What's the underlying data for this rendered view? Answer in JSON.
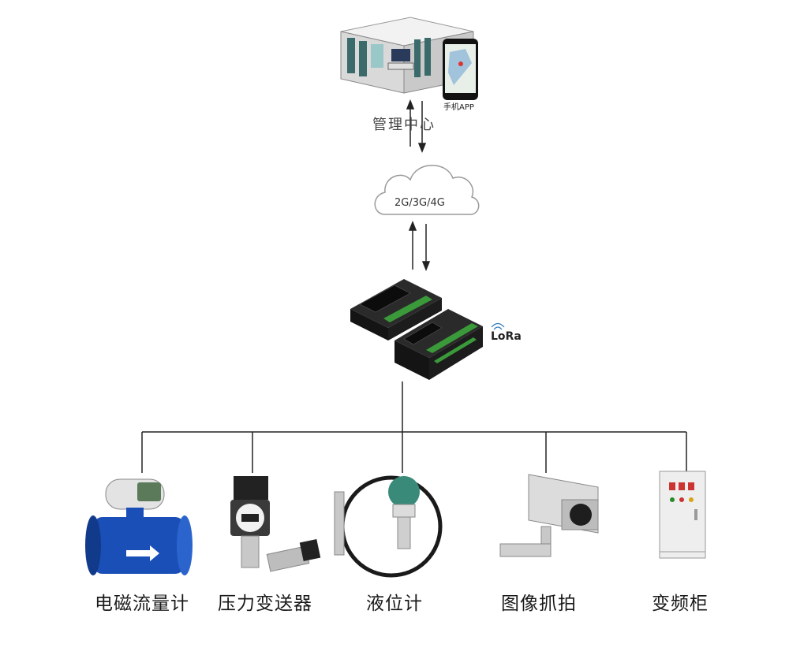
{
  "management": {
    "center_label": "管理中心",
    "phone_label": "手机APP"
  },
  "network": {
    "cloud_label": "2G/3G/4G"
  },
  "gateway": {
    "lora_label": "LoRa"
  },
  "devices": [
    {
      "label": "电磁流量计",
      "icon": "electromagnetic-flowmeter-icon"
    },
    {
      "label": "压力变送器",
      "icon": "pressure-transmitter-icon"
    },
    {
      "label": "液位计",
      "icon": "level-gauge-icon"
    },
    {
      "label": "图像抓拍",
      "icon": "surveillance-camera-icon"
    },
    {
      "label": "变频柜",
      "icon": "frequency-converter-cabinet-icon"
    }
  ],
  "colors": {
    "line": "#222222",
    "flowmeter_blue": "#1a4fb8",
    "terminal_green": "#3a9a3a",
    "device_dark": "#1e1e1e",
    "cabinet": "#eeeeee"
  }
}
